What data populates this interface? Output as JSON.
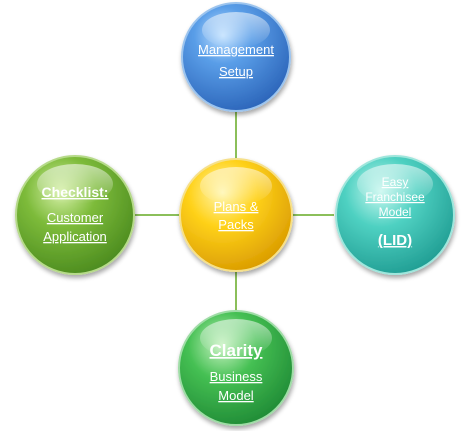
{
  "nodes": {
    "center": {
      "line1": "Plans &",
      "line2": "Packs",
      "color": "#f5c400"
    },
    "top": {
      "line1": "Management",
      "line2": "Setup",
      "color": "#3f83d8"
    },
    "left": {
      "line1": "Checklist:",
      "line2": "Customer",
      "line3": "Application",
      "color": "#6aab2e"
    },
    "right": {
      "line1": "Easy",
      "line2": "Franchisee",
      "line3": "Model",
      "line4": "(LID)",
      "color": "#3cc1b4"
    },
    "bottom": {
      "line1": "Clarity",
      "line2": "Business",
      "line3": "Model",
      "color": "#35b34a"
    }
  },
  "connector_color": "#8bbf5a"
}
